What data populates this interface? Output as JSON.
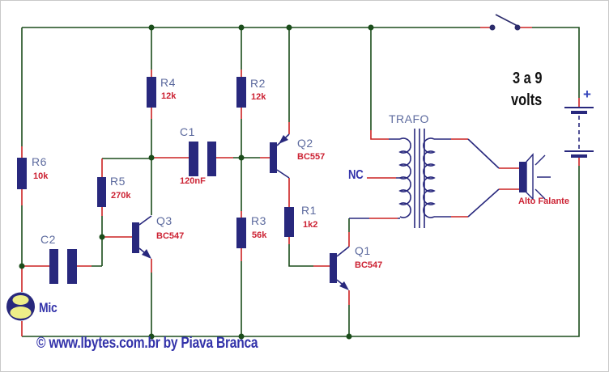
{
  "schematic": {
    "components": {
      "r1": {
        "label": "R1",
        "value": "1k2"
      },
      "r2": {
        "label": "R2",
        "value": "12k"
      },
      "r3": {
        "label": "R3",
        "value": "56k"
      },
      "r4": {
        "label": "R4",
        "value": "12k"
      },
      "r5": {
        "label": "R5",
        "value": "270k"
      },
      "r6": {
        "label": "R6",
        "value": "10k"
      },
      "c1": {
        "label": "C1",
        "value": "120nF"
      },
      "c2": {
        "label": "C2"
      },
      "q1": {
        "label": "Q1",
        "value": "BC547"
      },
      "q2": {
        "label": "Q2",
        "value": "BC557"
      },
      "q3": {
        "label": "Q3",
        "value": "BC547"
      },
      "mic": {
        "label": "Mic"
      },
      "transformer": {
        "label": "TRAFO"
      },
      "center_tap": {
        "label": "NC"
      },
      "speaker": {
        "label": "Alto Falante"
      },
      "battery": {
        "plus": "+",
        "voltage_line1": "3 a 9",
        "voltage_line2": "volts"
      }
    },
    "footer": {
      "copyright": "© www.lbytes.com.br by Piava Branca"
    },
    "colors": {
      "wire_green": "#1b4d1b",
      "lead_red": "#cc2222",
      "component_navy": "#28287d",
      "component_label_blue": "#5c6a9e",
      "value_label_red": "#cc2233",
      "accent_blue": "#3333aa",
      "text_black": "#111111",
      "mic_yellow": "#eeee88"
    }
  }
}
